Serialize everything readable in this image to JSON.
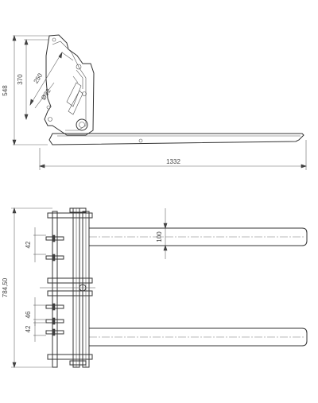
{
  "top_view": {
    "dimensions": {
      "overall_height": "548",
      "upper_height": "370",
      "inclined_length": "250",
      "pin_diameter": "Ø22",
      "overall_length": "1332"
    }
  },
  "bottom_view": {
    "dimensions": {
      "overall_width": "784,50",
      "tine_width": "100",
      "upper_spacing": "42",
      "mid_spacing": "46",
      "lower_spacing": "42"
    }
  },
  "colors": {
    "line": "#333333",
    "dimension": "#666666",
    "background": "#ffffff"
  }
}
